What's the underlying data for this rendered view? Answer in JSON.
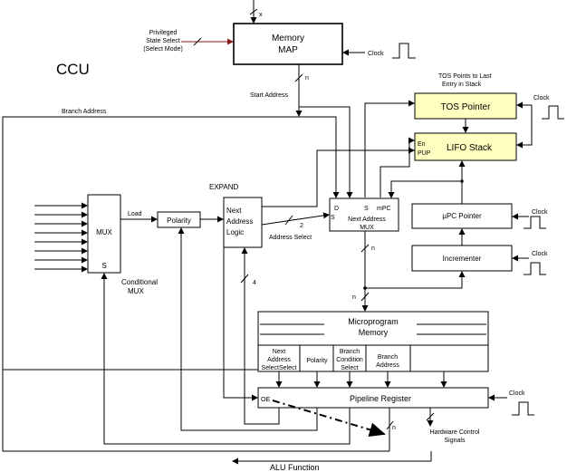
{
  "title": "CCU",
  "colors": {
    "highlight": "#ffffc0",
    "line": "#000000",
    "privileged_arrow": "#8b1a1a"
  },
  "memory_map": {
    "line1": "Memory",
    "line2": "MAP",
    "input_label": "x",
    "output_label": "n"
  },
  "privileged": {
    "line1": "Privileged",
    "line2": "State Select",
    "line3": "(Select Mode)"
  },
  "clock_label": "Clock",
  "tos_note": {
    "line1": "TOS Points to Last",
    "line2": "Entry in Stack"
  },
  "tos_pointer": "TOS Pointer",
  "lifo_stack": {
    "label": "LIFO Stack",
    "en": "En",
    "pup": "PUP"
  },
  "branch_address": "Branch Address",
  "start_address": "Start Address",
  "expand": "EXPAND",
  "mux": {
    "label": "MUX",
    "select": "S",
    "caption1": "Conditional",
    "caption2": "MUX"
  },
  "load": "Load",
  "polarity": "Polarity",
  "next_address_logic": {
    "line1": "Next",
    "line2": "Address",
    "line3": "Logic"
  },
  "address_select": "Address Select",
  "bus_2": "2",
  "bus_4": "4",
  "bus_n": "n",
  "next_address_mux": {
    "line1": "Next Address",
    "line2": "MUX",
    "d": "D",
    "s_top": "S",
    "mpc": "mPC",
    "s_left": "S"
  },
  "upc_pointer": "µPC Pointer",
  "incrementer": "Incrementer",
  "microprogram_memory": {
    "line1": "Microprogram",
    "line2": "Memory"
  },
  "fields": [
    {
      "lines": [
        "Next",
        "Address",
        "SelectSelect"
      ]
    },
    {
      "lines": [
        "Polarity"
      ]
    },
    {
      "lines": [
        "Branch",
        "Condition",
        "Select"
      ]
    },
    {
      "lines": [
        "Branch",
        "Address"
      ]
    }
  ],
  "pipeline_register": {
    "label": "Pipeline Register",
    "oe": "OE"
  },
  "hardware_control": {
    "line1": "Hardware Control",
    "line2": "Signals"
  },
  "alu_function": "ALU Function"
}
